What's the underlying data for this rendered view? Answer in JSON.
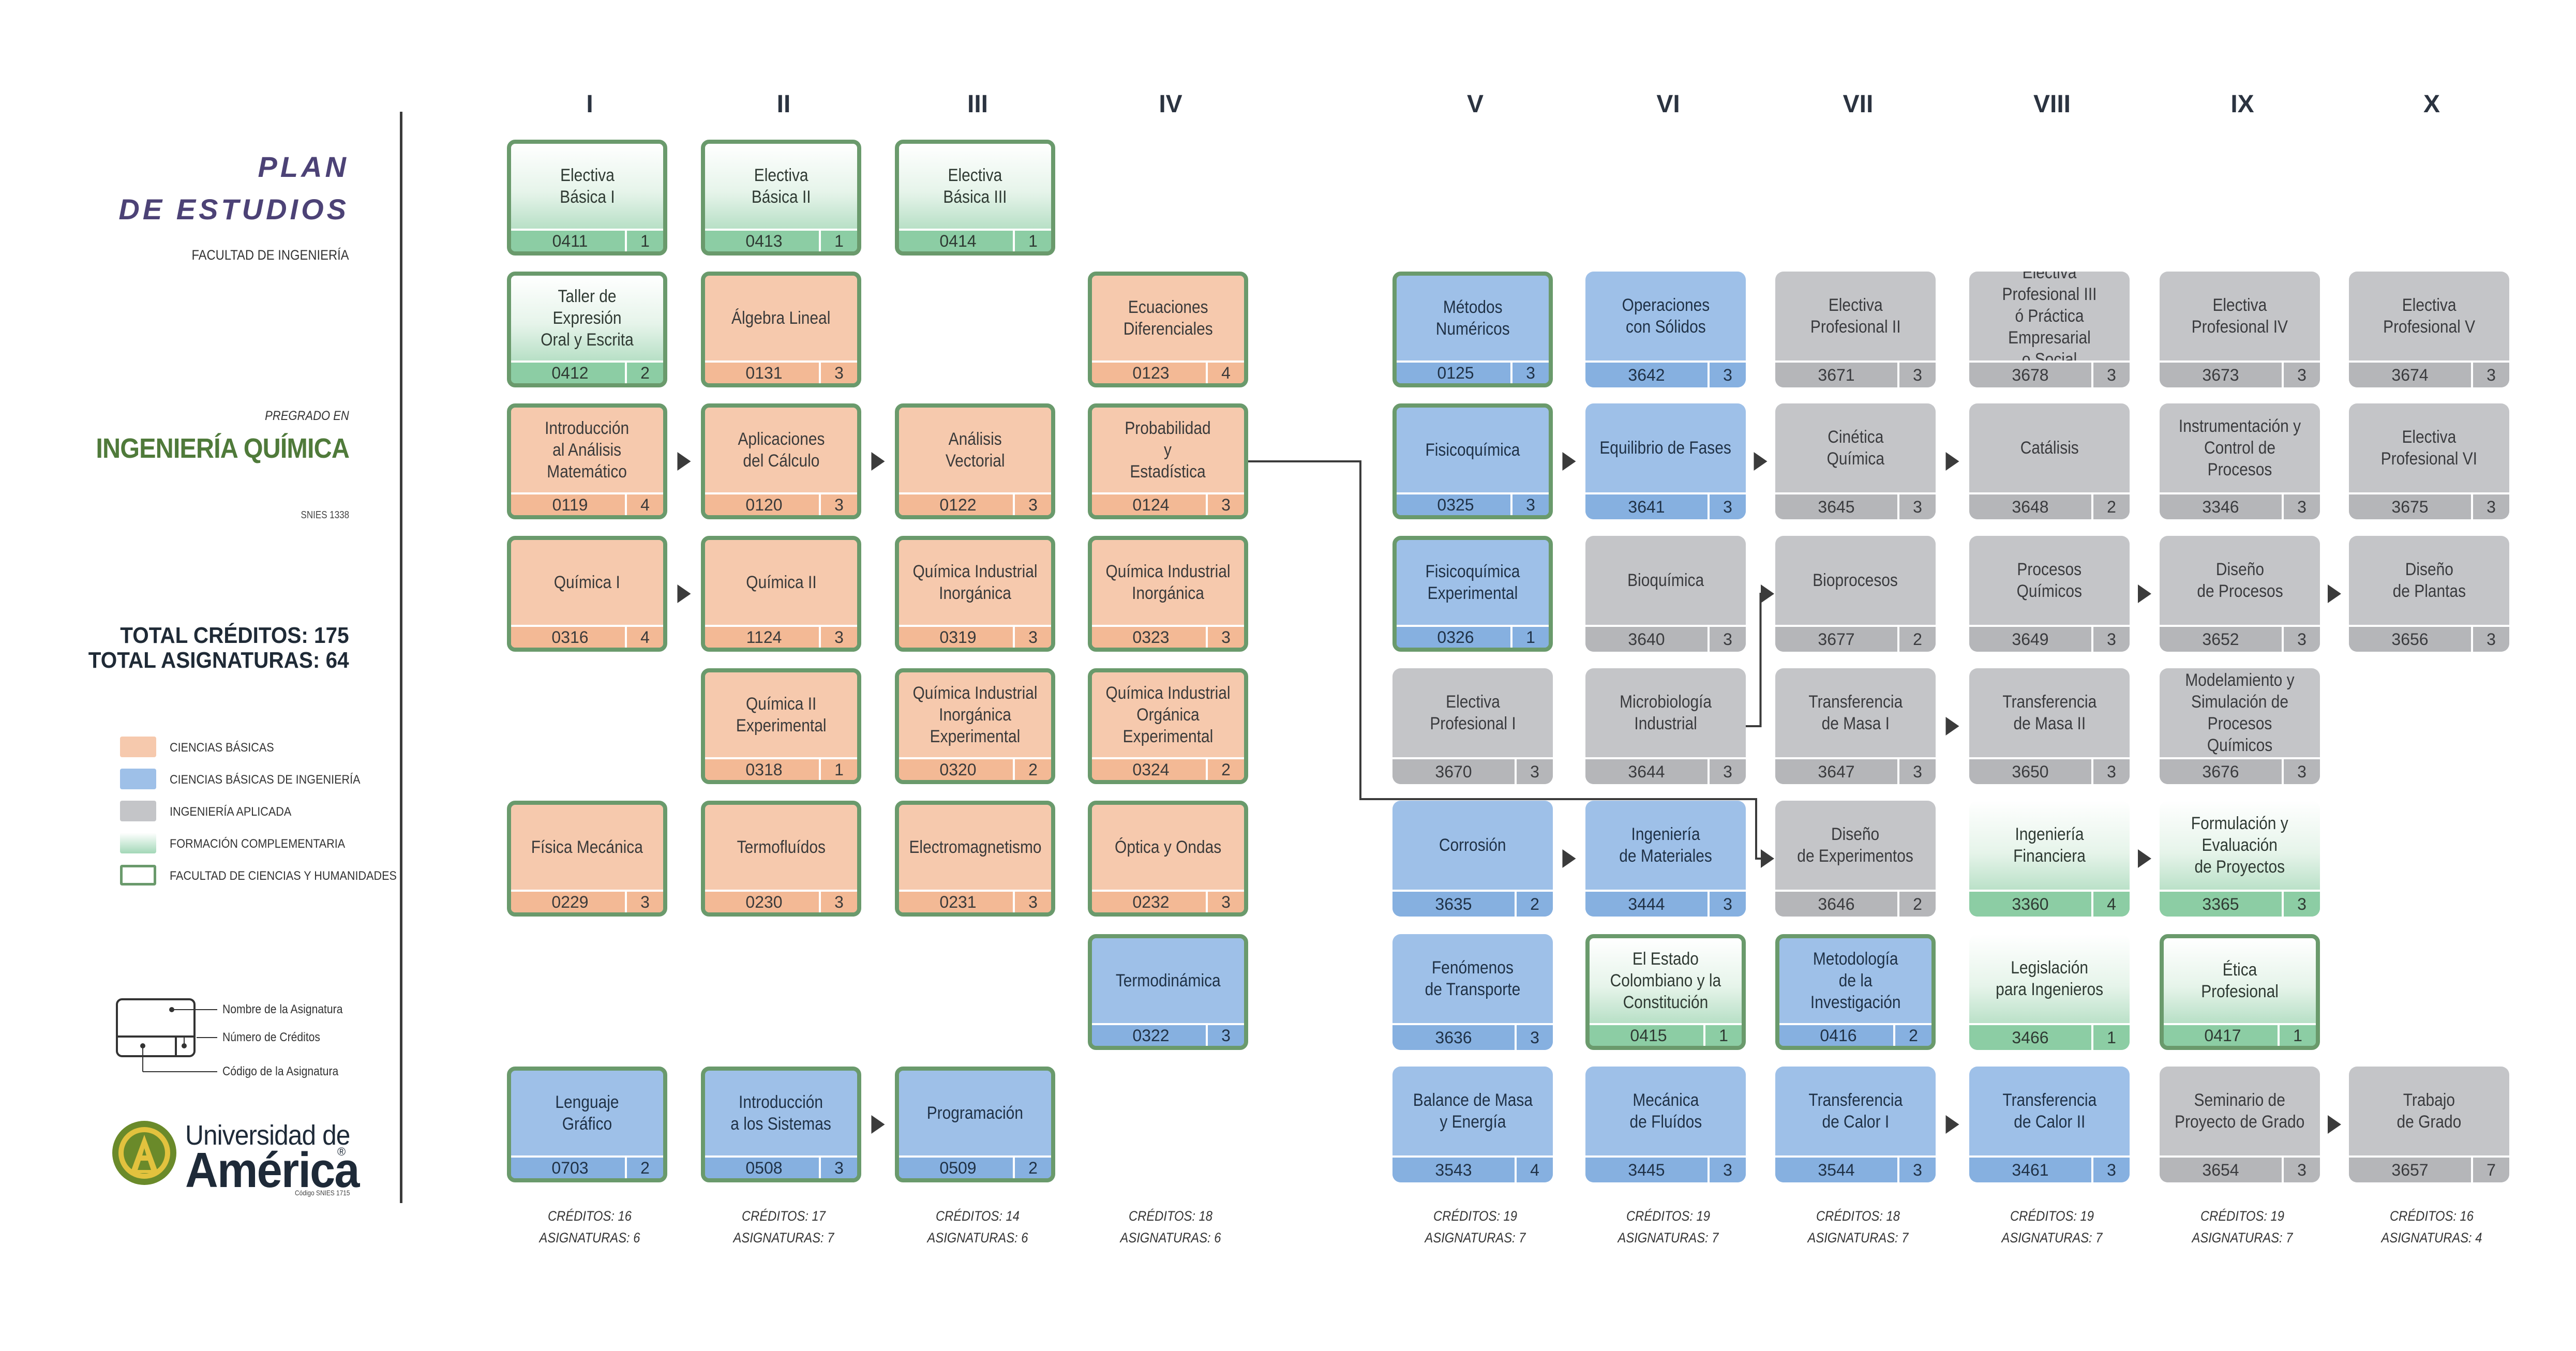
{
  "sidebar": {
    "plan_line1": "PLAN",
    "plan_line2": "DE ESTUDIOS",
    "faculty": "FACULTAD DE INGENIERÍA",
    "pregrado": "PREGRADO EN",
    "program": "INGENIERÍA QUÍMICA",
    "snies": "SNIES 1338",
    "total_credits": "TOTAL CRÉDITOS: 175",
    "total_subjects": "TOTAL ASIGNATURAS: 64"
  },
  "legend": [
    {
      "label": "CIENCIAS BÁSICAS",
      "color": "#f6c9ad"
    },
    {
      "label": "CIENCIAS BÁSICAS DE INGENIERÍA",
      "color": "#9ec0e8"
    },
    {
      "label": "INGENIERÍA APLICADA",
      "color": "#c4c5c8"
    },
    {
      "label": "FORMACIÓN COMPLEMENTARIA",
      "color": "#a3d8b8"
    },
    {
      "label": "FACULTAD DE CIENCIAS Y HUMANIDADES",
      "color": "#ffffff"
    }
  ],
  "key": {
    "name": "Nombre de la Asignatura",
    "credits": "Número de Créditos",
    "code": "Código de la Asignatura"
  },
  "logo": {
    "line1": "Universidad de",
    "line2": "América",
    "reg": "®",
    "code": "Código SNIES 1715",
    "emblem": "university-emblem-icon"
  },
  "semesters": [
    "I",
    "II",
    "III",
    "IV",
    "V",
    "VI",
    "VII",
    "VIII",
    "IX",
    "X"
  ],
  "semester_totals": [
    {
      "credits": "CRÉDITOS: 16",
      "subjects": "ASIGNATURAS: 6"
    },
    {
      "credits": "CRÉDITOS: 17",
      "subjects": "ASIGNATURAS: 7"
    },
    {
      "credits": "CRÉDITOS: 14",
      "subjects": "ASIGNATURAS: 6"
    },
    {
      "credits": "CRÉDITOS: 18",
      "subjects": "ASIGNATURAS: 6"
    },
    {
      "credits": "CRÉDITOS: 19",
      "subjects": "ASIGNATURAS: 7"
    },
    {
      "credits": "CRÉDITOS: 19",
      "subjects": "ASIGNATURAS: 7"
    },
    {
      "credits": "CRÉDITOS: 18",
      "subjects": "ASIGNATURAS: 7"
    },
    {
      "credits": "CRÉDITOS: 19",
      "subjects": "ASIGNATURAS: 7"
    },
    {
      "credits": "CRÉDITOS: 19",
      "subjects": "ASIGNATURAS: 7"
    },
    {
      "credits": "CRÉDITOS: 16",
      "subjects": "ASIGNATURAS: 4"
    }
  ],
  "courses": [
    {
      "sem": 1,
      "row": 0,
      "name": "Electiva\nBásica I",
      "code": "0411",
      "credits": "1",
      "type": "fc",
      "fch": true
    },
    {
      "sem": 2,
      "row": 0,
      "name": "Electiva\nBásica II",
      "code": "0413",
      "credits": "1",
      "type": "fc",
      "fch": true
    },
    {
      "sem": 3,
      "row": 0,
      "name": "Electiva\nBásica III",
      "code": "0414",
      "credits": "1",
      "type": "fc",
      "fch": true
    },
    {
      "sem": 1,
      "row": 1,
      "name": "Taller de Expresión\nOral y Escrita",
      "code": "0412",
      "credits": "2",
      "type": "fc",
      "fch": true
    },
    {
      "sem": 2,
      "row": 1,
      "name": "Álgebra Lineal",
      "code": "0131",
      "credits": "3",
      "type": "cb",
      "fch": true
    },
    {
      "sem": 4,
      "row": 1,
      "name": "Ecuaciones\nDiferenciales",
      "code": "0123",
      "credits": "4",
      "type": "cb",
      "fch": true
    },
    {
      "sem": 5,
      "row": 1,
      "name": "Métodos\nNuméricos",
      "code": "0125",
      "credits": "3",
      "type": "cbi",
      "fch": true
    },
    {
      "sem": 6,
      "row": 1,
      "name": "Operaciones\ncon Sólidos",
      "code": "3642",
      "credits": "3",
      "type": "cbi",
      "fch": false
    },
    {
      "sem": 7,
      "row": 1,
      "name": "Electiva\nProfesional II",
      "code": "3671",
      "credits": "3",
      "type": "ia",
      "fch": false
    },
    {
      "sem": 8,
      "row": 1,
      "name": "Electiva Profesional III\nó Práctica Empresarial\no Social",
      "code": "3678",
      "credits": "3",
      "type": "ia",
      "fch": false
    },
    {
      "sem": 9,
      "row": 1,
      "name": "Electiva\nProfesional IV",
      "code": "3673",
      "credits": "3",
      "type": "ia",
      "fch": false
    },
    {
      "sem": 10,
      "row": 1,
      "name": "Electiva\nProfesional V",
      "code": "3674",
      "credits": "3",
      "type": "ia",
      "fch": false
    },
    {
      "sem": 1,
      "row": 2,
      "name": "Introducción\nal Análisis\nMatemático",
      "code": "0119",
      "credits": "4",
      "type": "cb",
      "fch": true
    },
    {
      "sem": 2,
      "row": 2,
      "name": "Aplicaciones\ndel Cálculo",
      "code": "0120",
      "credits": "3",
      "type": "cb",
      "fch": true
    },
    {
      "sem": 3,
      "row": 2,
      "name": "Análisis\nVectorial",
      "code": "0122",
      "credits": "3",
      "type": "cb",
      "fch": true
    },
    {
      "sem": 4,
      "row": 2,
      "name": "Probabilidad\ny\nEstadística",
      "code": "0124",
      "credits": "3",
      "type": "cb",
      "fch": true
    },
    {
      "sem": 5,
      "row": 2,
      "name": "Fisicoquímica",
      "code": "0325",
      "credits": "3",
      "type": "cbi",
      "fch": true
    },
    {
      "sem": 6,
      "row": 2,
      "name": "Equilibrio de Fases",
      "code": "3641",
      "credits": "3",
      "type": "cbi",
      "fch": false
    },
    {
      "sem": 7,
      "row": 2,
      "name": "Cinética\nQuímica",
      "code": "3645",
      "credits": "3",
      "type": "ia",
      "fch": false
    },
    {
      "sem": 8,
      "row": 2,
      "name": "Catálisis",
      "code": "3648",
      "credits": "2",
      "type": "ia",
      "fch": false
    },
    {
      "sem": 9,
      "row": 2,
      "name": "Instrumentación y\nControl de Procesos",
      "code": "3346",
      "credits": "3",
      "type": "ia",
      "fch": false
    },
    {
      "sem": 10,
      "row": 2,
      "name": "Electiva\nProfesional VI",
      "code": "3675",
      "credits": "3",
      "type": "ia",
      "fch": false
    },
    {
      "sem": 1,
      "row": 3,
      "name": "Química I",
      "code": "0316",
      "credits": "4",
      "type": "cb",
      "fch": true
    },
    {
      "sem": 2,
      "row": 3,
      "name": "Química  II",
      "code": "1124",
      "credits": "3",
      "type": "cb",
      "fch": true
    },
    {
      "sem": 3,
      "row": 3,
      "name": "Química Industrial\nInorgánica",
      "code": "0319",
      "credits": "3",
      "type": "cb",
      "fch": true
    },
    {
      "sem": 4,
      "row": 3,
      "name": "Química Industrial\nInorgánica",
      "code": "0323",
      "credits": "3",
      "type": "cb",
      "fch": true
    },
    {
      "sem": 5,
      "row": 3,
      "name": "Fisicoquímica\nExperimental",
      "code": "0326",
      "credits": "1",
      "type": "cbi",
      "fch": true
    },
    {
      "sem": 6,
      "row": 3,
      "name": "Bioquímica",
      "code": "3640",
      "credits": "3",
      "type": "ia",
      "fch": false
    },
    {
      "sem": 7,
      "row": 3,
      "name": "Bioprocesos",
      "code": "3677",
      "credits": "2",
      "type": "ia",
      "fch": false
    },
    {
      "sem": 8,
      "row": 3,
      "name": "Procesos\nQuímicos",
      "code": "3649",
      "credits": "3",
      "type": "ia",
      "fch": false
    },
    {
      "sem": 9,
      "row": 3,
      "name": "Diseño\nde Procesos",
      "code": "3652",
      "credits": "3",
      "type": "ia",
      "fch": false
    },
    {
      "sem": 10,
      "row": 3,
      "name": "Diseño\nde Plantas",
      "code": "3656",
      "credits": "3",
      "type": "ia",
      "fch": false
    },
    {
      "sem": 2,
      "row": 4,
      "name": "Química II\nExperimental",
      "code": "0318",
      "credits": "1",
      "type": "cb",
      "fch": true
    },
    {
      "sem": 3,
      "row": 4,
      "name": "Química Industrial\nInorgánica\nExperimental",
      "code": "0320",
      "credits": "2",
      "type": "cb",
      "fch": true
    },
    {
      "sem": 4,
      "row": 4,
      "name": "Química Industrial\nOrgánica\nExperimental",
      "code": "0324",
      "credits": "2",
      "type": "cb",
      "fch": true
    },
    {
      "sem": 5,
      "row": 4,
      "name": "Electiva\nProfesional I",
      "code": "3670",
      "credits": "3",
      "type": "ia",
      "fch": false
    },
    {
      "sem": 6,
      "row": 4,
      "name": "Microbiología\nIndustrial",
      "code": "3644",
      "credits": "3",
      "type": "ia",
      "fch": false
    },
    {
      "sem": 7,
      "row": 4,
      "name": "Transferencia\nde Masa I",
      "code": "3647",
      "credits": "3",
      "type": "ia",
      "fch": false
    },
    {
      "sem": 8,
      "row": 4,
      "name": "Transferencia\nde Masa II",
      "code": "3650",
      "credits": "3",
      "type": "ia",
      "fch": false
    },
    {
      "sem": 9,
      "row": 4,
      "name": "Modelamiento y\nSimulación de\nProcesos Químicos",
      "code": "3676",
      "credits": "3",
      "type": "ia",
      "fch": false
    },
    {
      "sem": 1,
      "row": 5,
      "name": "Física Mecánica",
      "code": "0229",
      "credits": "3",
      "type": "cb",
      "fch": true
    },
    {
      "sem": 2,
      "row": 5,
      "name": "Termofluídos",
      "code": "0230",
      "credits": "3",
      "type": "cb",
      "fch": true
    },
    {
      "sem": 3,
      "row": 5,
      "name": "Electromagnetismo",
      "code": "0231",
      "credits": "3",
      "type": "cb",
      "fch": true
    },
    {
      "sem": 4,
      "row": 5,
      "name": "Óptica y Ondas",
      "code": "0232",
      "credits": "3",
      "type": "cb",
      "fch": true
    },
    {
      "sem": 5,
      "row": 5,
      "name": "Corrosión",
      "code": "3635",
      "credits": "2",
      "type": "cbi",
      "fch": false
    },
    {
      "sem": 6,
      "row": 5,
      "name": "Ingeniería\nde Materiales",
      "code": "3444",
      "credits": "3",
      "type": "cbi",
      "fch": false
    },
    {
      "sem": 7,
      "row": 5,
      "name": "Diseño\nde Experimentos",
      "code": "3646",
      "credits": "2",
      "type": "ia",
      "fch": false
    },
    {
      "sem": 8,
      "row": 5,
      "name": "Ingeniería Financiera",
      "code": "3360",
      "credits": "4",
      "type": "fc",
      "fch": false
    },
    {
      "sem": 9,
      "row": 5,
      "name": "Formulación y\nEvaluación\nde Proyectos",
      "code": "3365",
      "credits": "3",
      "type": "fc",
      "fch": false
    },
    {
      "sem": 4,
      "row": 6,
      "name": "Termodinámica",
      "code": "0322",
      "credits": "3",
      "type": "cbi",
      "fch": true
    },
    {
      "sem": 5,
      "row": 6,
      "name": "Fenómenos\nde Transporte",
      "code": "3636",
      "credits": "3",
      "type": "cbi",
      "fch": false
    },
    {
      "sem": 6,
      "row": 6,
      "name": "El Estado\nColombiano y la\nConstitución",
      "code": "0415",
      "credits": "1",
      "type": "fc",
      "fch": true
    },
    {
      "sem": 7,
      "row": 6,
      "name": "Metodología\nde la\nInvestigación",
      "code": "0416",
      "credits": "2",
      "type": "cbi",
      "fch": true
    },
    {
      "sem": 8,
      "row": 6,
      "name": "Legislación\npara Ingenieros",
      "code": "3466",
      "credits": "1",
      "type": "fc",
      "fch": false
    },
    {
      "sem": 9,
      "row": 6,
      "name": "Ética\nProfesional",
      "code": "0417",
      "credits": "1",
      "type": "fc",
      "fch": true
    },
    {
      "sem": 1,
      "row": 7,
      "name": "Lenguaje\nGráfico",
      "code": "0703",
      "credits": "2",
      "type": "cbi",
      "fch": true
    },
    {
      "sem": 2,
      "row": 7,
      "name": "Introducción\na los Sistemas",
      "code": "0508",
      "credits": "3",
      "type": "cbi",
      "fch": true
    },
    {
      "sem": 3,
      "row": 7,
      "name": "Programación",
      "code": "0509",
      "credits": "2",
      "type": "cbi",
      "fch": true
    },
    {
      "sem": 5,
      "row": 7,
      "name": "Balance de Masa\ny Energía",
      "code": "3543",
      "credits": "4",
      "type": "cbi",
      "fch": false
    },
    {
      "sem": 6,
      "row": 7,
      "name": "Mecánica\nde Fluídos",
      "code": "3445",
      "credits": "3",
      "type": "cbi",
      "fch": false
    },
    {
      "sem": 7,
      "row": 7,
      "name": "Transferencia\nde Calor I",
      "code": "3544",
      "credits": "3",
      "type": "cbi",
      "fch": false
    },
    {
      "sem": 8,
      "row": 7,
      "name": "Transferencia\nde Calor II",
      "code": "3461",
      "credits": "3",
      "type": "cbi",
      "fch": false
    },
    {
      "sem": 9,
      "row": 7,
      "name": "Seminario de\nProyecto de Grado",
      "code": "3654",
      "credits": "3",
      "type": "ia",
      "fch": false
    },
    {
      "sem": 10,
      "row": 7,
      "name": "Trabajo\nde Grado",
      "code": "3657",
      "credits": "7",
      "type": "ia",
      "fch": false
    }
  ],
  "arrows": [
    {
      "from": "0119",
      "to": "0120"
    },
    {
      "from": "0120",
      "to": "0122"
    },
    {
      "from": "0316",
      "to": "1124"
    },
    {
      "from": "0325",
      "to": "3641"
    },
    {
      "from": "3641",
      "to": "3645"
    },
    {
      "from": "3645",
      "to": "3648"
    },
    {
      "from": "3649",
      "to": "3652"
    },
    {
      "from": "3652",
      "to": "3656"
    },
    {
      "from": "3644",
      "to": "3677"
    },
    {
      "from": "3647",
      "to": "3650"
    },
    {
      "from": "3635",
      "to": "3444"
    },
    {
      "from": "3360",
      "to": "3365"
    },
    {
      "from": "0508",
      "to": "0509"
    },
    {
      "from": "3544",
      "to": "3461"
    },
    {
      "from": "3654",
      "to": "3657"
    },
    {
      "from": "0124",
      "to": "3646"
    }
  ]
}
